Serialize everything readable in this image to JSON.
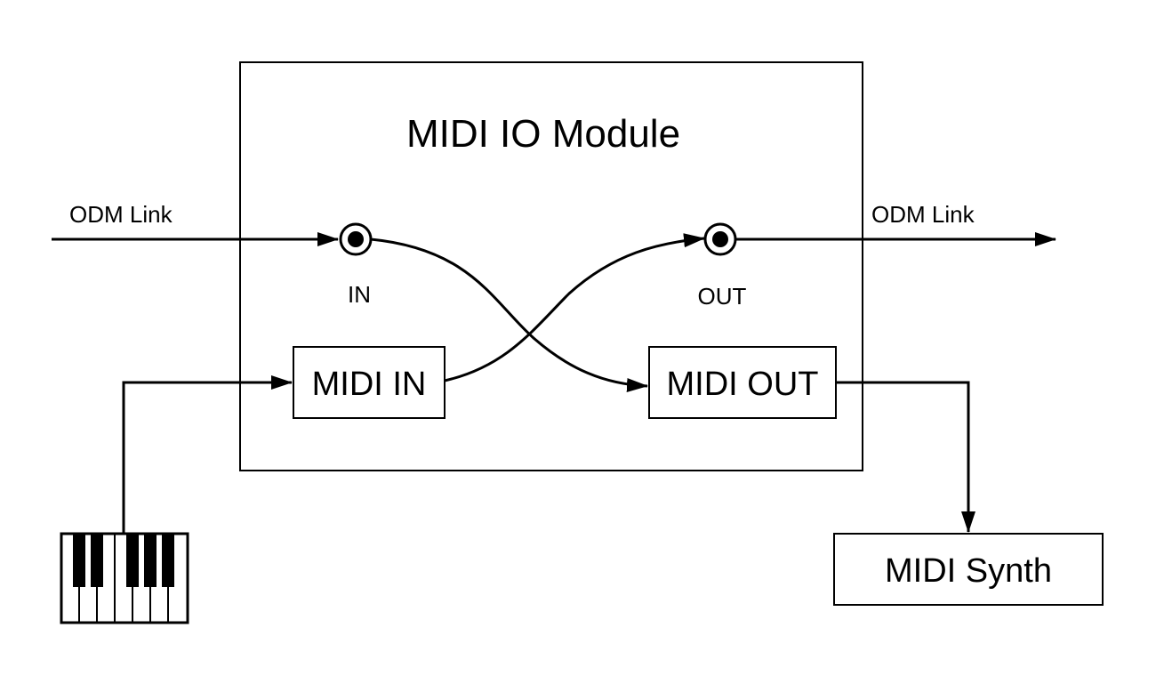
{
  "module": {
    "title": "MIDI IO Module"
  },
  "links": {
    "left_label": "ODM Link",
    "right_label": "ODM Link"
  },
  "ports": {
    "in_label": "IN",
    "out_label": "OUT"
  },
  "blocks": {
    "midi_in": "MIDI IN",
    "midi_out": "MIDI OUT",
    "synth": "MIDI Synth"
  },
  "icons": {
    "keyboard": "piano-keyboard-icon",
    "port": "circle-dot-connector-icon"
  },
  "colors": {
    "stroke": "#000000",
    "background": "#ffffff"
  }
}
